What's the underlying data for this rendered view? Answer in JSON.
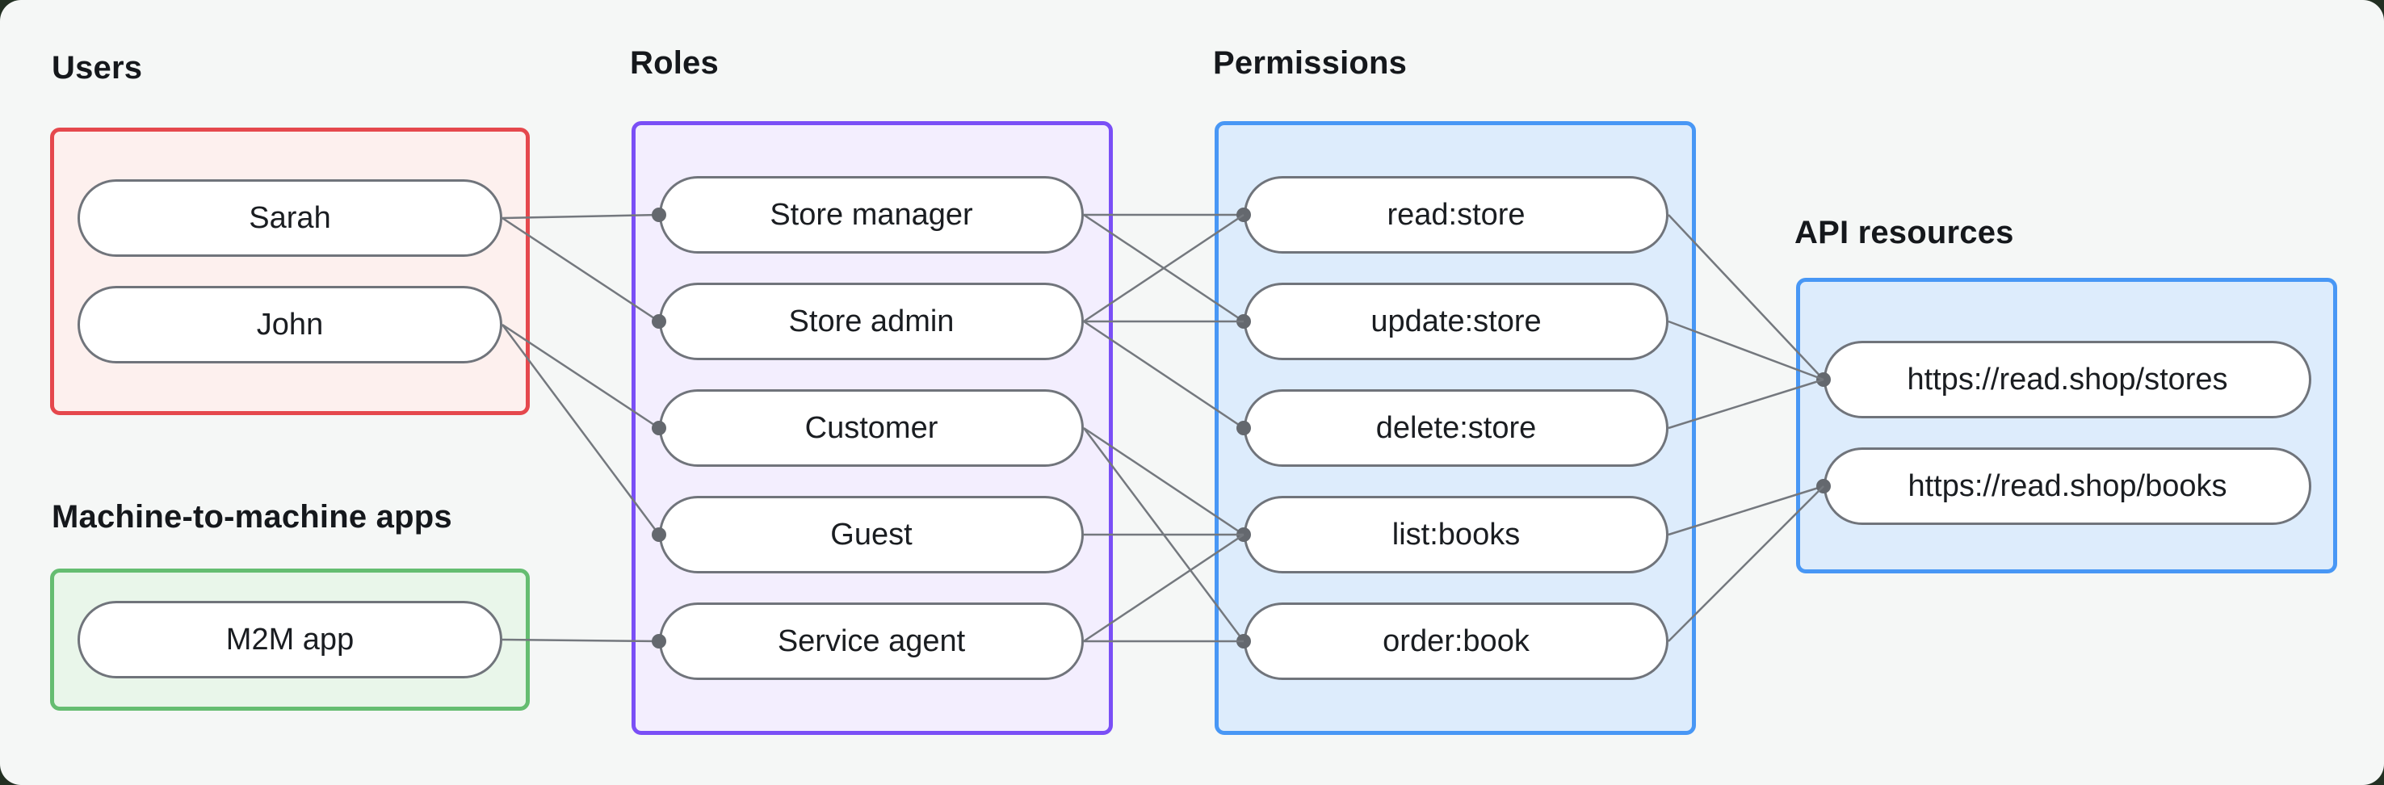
{
  "diagram": {
    "card_background": "#f5f7f6",
    "backdrop_color": "#233023"
  },
  "sections": {
    "users": {
      "label": "Users",
      "border_color": "#e5484d",
      "fill_color": "#fdf0ee",
      "nodes": [
        {
          "id": "sarah",
          "label": "Sarah"
        },
        {
          "id": "john",
          "label": "John"
        }
      ]
    },
    "m2m_apps": {
      "label": "Machine-to-machine apps",
      "border_color": "#65bd71",
      "fill_color": "#e9f6ea",
      "nodes": [
        {
          "id": "m2m-app",
          "label": "M2M app"
        }
      ]
    },
    "roles": {
      "label": "Roles",
      "border_color": "#7a4ff6",
      "fill_color": "#f3eefe",
      "nodes": [
        {
          "id": "store-manager",
          "label": "Store manager"
        },
        {
          "id": "store-admin",
          "label": "Store admin"
        },
        {
          "id": "customer",
          "label": "Customer"
        },
        {
          "id": "guest",
          "label": "Guest"
        },
        {
          "id": "service-agent",
          "label": "Service agent"
        }
      ]
    },
    "permissions": {
      "label": "Permissions",
      "border_color": "#4897f5",
      "fill_color": "#ddecfc",
      "nodes": [
        {
          "id": "read-store",
          "label": "read:store"
        },
        {
          "id": "update-store",
          "label": "update:store"
        },
        {
          "id": "delete-store",
          "label": "delete:store"
        },
        {
          "id": "list-books",
          "label": "list:books"
        },
        {
          "id": "order-book",
          "label": "order:book"
        }
      ]
    },
    "api_resources": {
      "label": "API resources",
      "border_color": "#4897f5",
      "fill_color": "#ddecfc",
      "nodes": [
        {
          "id": "api-stores",
          "label": "https://read.shop/stores"
        },
        {
          "id": "api-books",
          "label": "https://read.shop/books"
        }
      ]
    }
  },
  "connections": [
    {
      "from": "sarah",
      "to": "store-manager"
    },
    {
      "from": "sarah",
      "to": "store-admin"
    },
    {
      "from": "john",
      "to": "customer"
    },
    {
      "from": "john",
      "to": "guest"
    },
    {
      "from": "m2m-app",
      "to": "service-agent"
    },
    {
      "from": "store-manager",
      "to": "read-store"
    },
    {
      "from": "store-manager",
      "to": "update-store"
    },
    {
      "from": "store-admin",
      "to": "read-store"
    },
    {
      "from": "store-admin",
      "to": "update-store"
    },
    {
      "from": "store-admin",
      "to": "delete-store"
    },
    {
      "from": "customer",
      "to": "list-books"
    },
    {
      "from": "customer",
      "to": "order-book"
    },
    {
      "from": "guest",
      "to": "list-books"
    },
    {
      "from": "service-agent",
      "to": "list-books"
    },
    {
      "from": "service-agent",
      "to": "order-book"
    },
    {
      "from": "read-store",
      "to": "api-stores"
    },
    {
      "from": "update-store",
      "to": "api-stores"
    },
    {
      "from": "delete-store",
      "to": "api-stores"
    },
    {
      "from": "list-books",
      "to": "api-books"
    },
    {
      "from": "order-book",
      "to": "api-books"
    }
  ],
  "connector_style": {
    "line_color": "#74787e",
    "dot_color": "#64686e"
  }
}
